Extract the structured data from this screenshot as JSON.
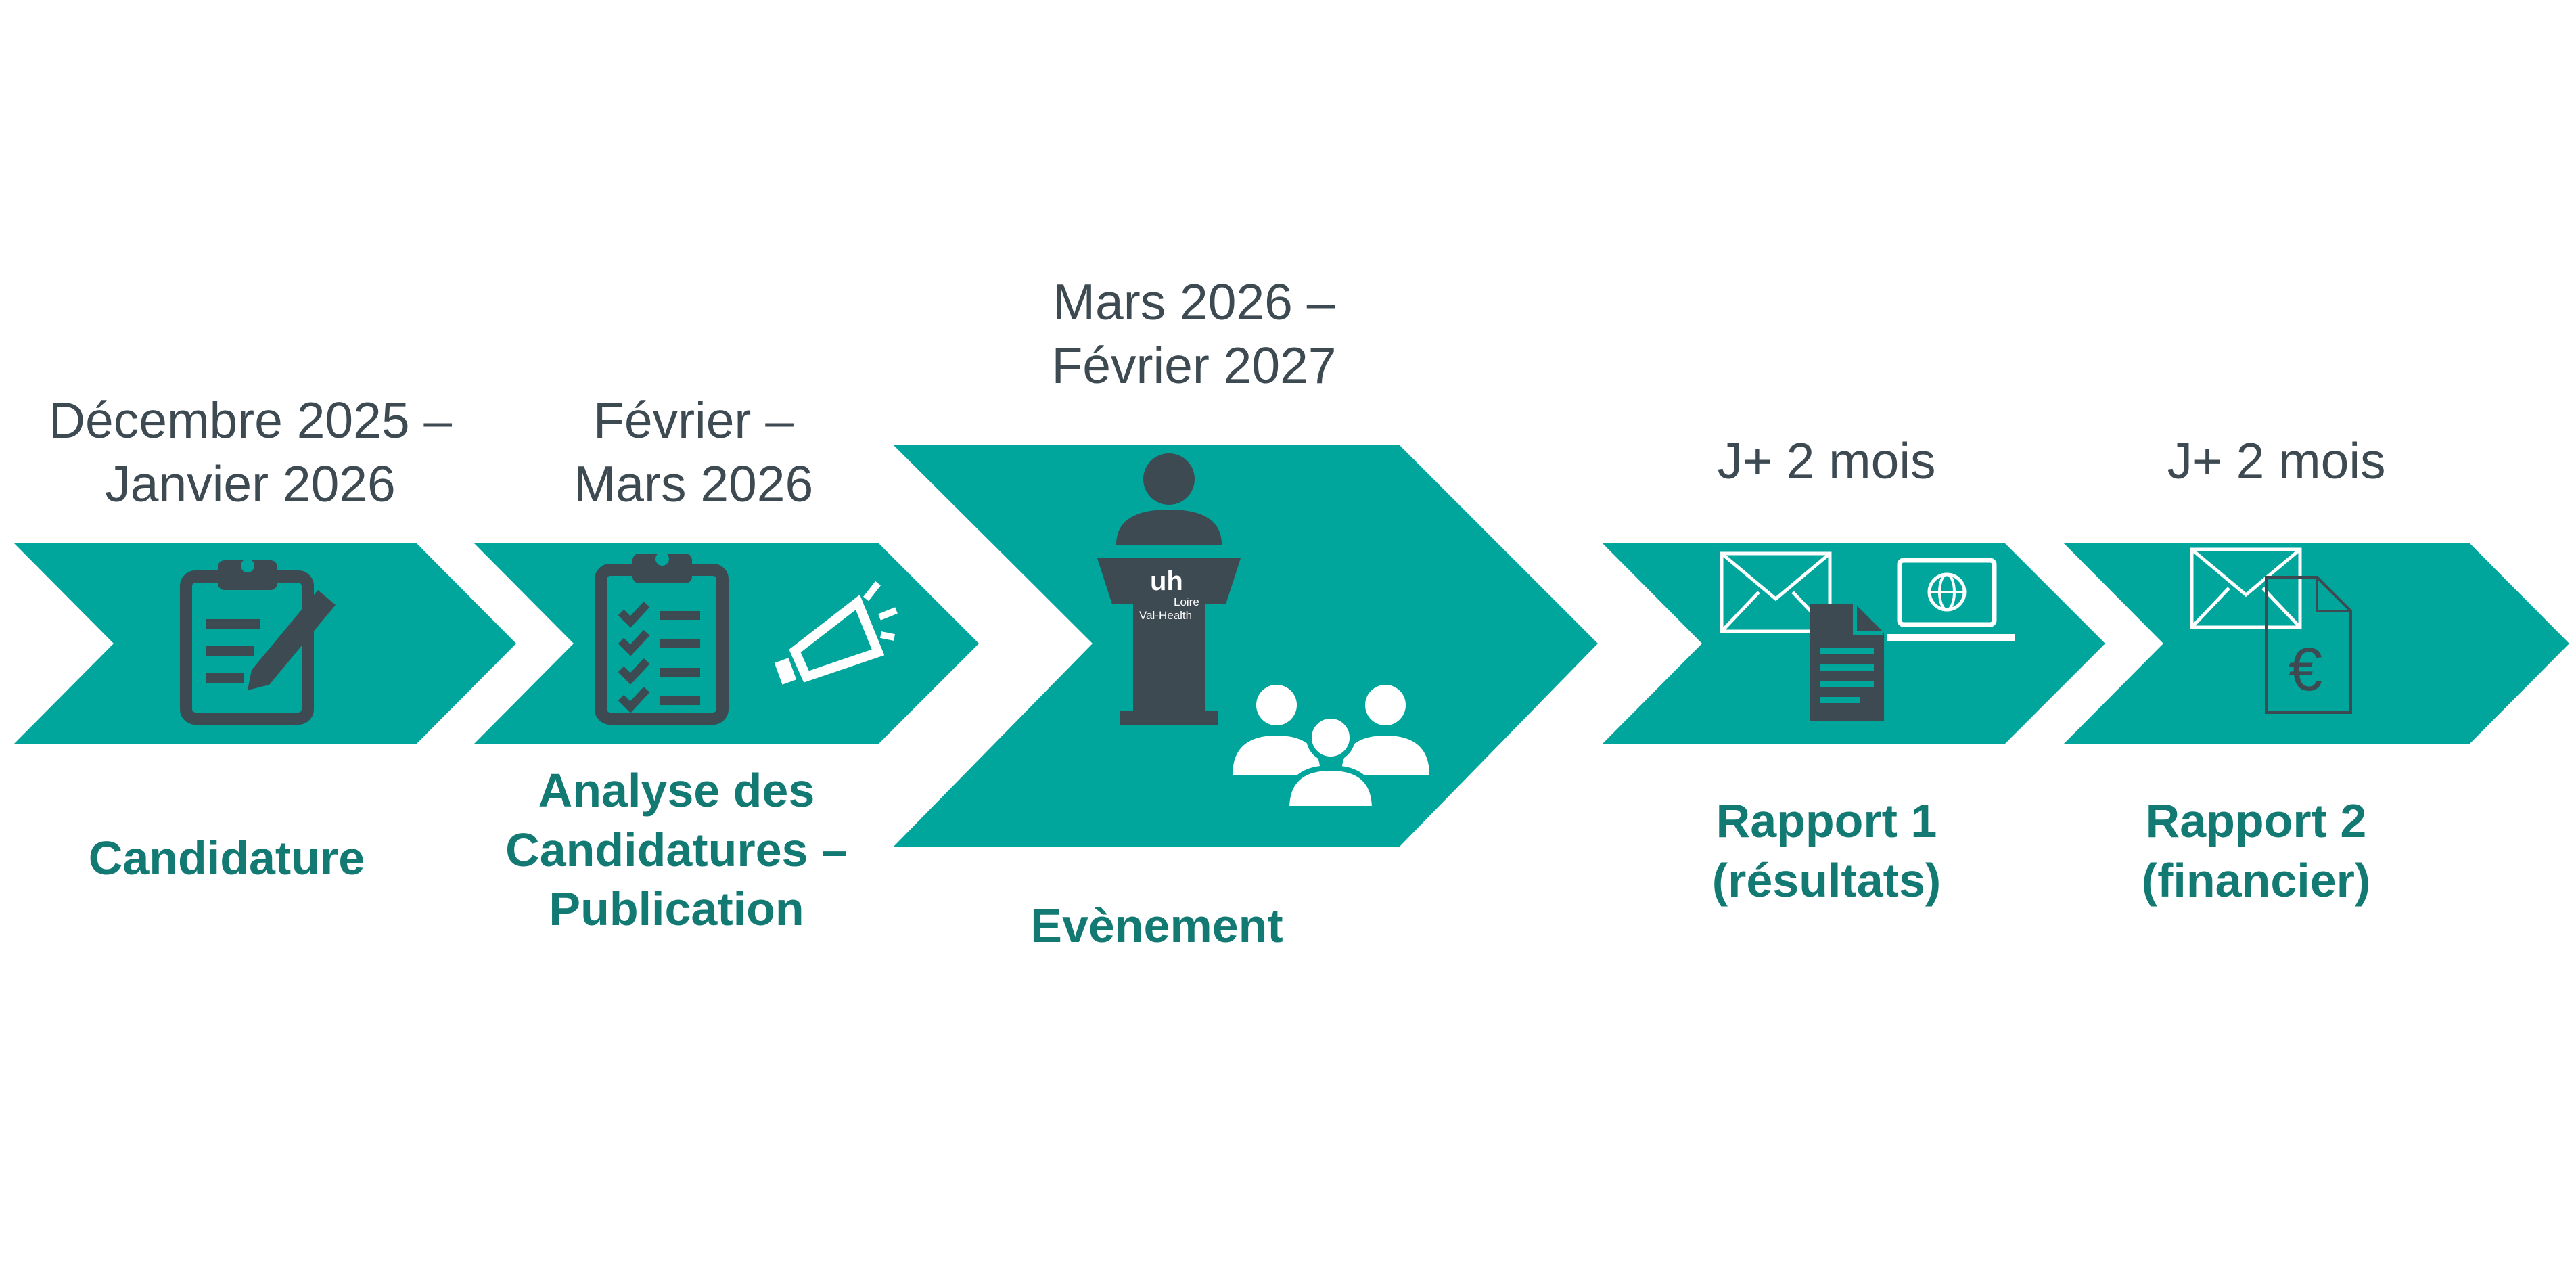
{
  "colors": {
    "chevron": "#00a59c",
    "icon_dark": "#3d4a52",
    "icon_light": "#ffffff",
    "date_text": "#3d4a52",
    "label_text": "#137a73"
  },
  "steps": [
    {
      "date": [
        "Décembre 2025 –",
        "Janvier 2026"
      ],
      "label": [
        "Candidature"
      ],
      "icons": [
        "clipboard-pencil-icon"
      ]
    },
    {
      "date": [
        "Février –",
        "Mars 2026"
      ],
      "label": [
        "Analyse des",
        "Candidatures –",
        "Publication"
      ],
      "icons": [
        "checklist-clipboard-icon",
        "megaphone-icon"
      ]
    },
    {
      "date": [
        "Mars 2026 –",
        "Février 2027"
      ],
      "label": [
        "Evènement"
      ],
      "icons": [
        "speaker-podium-icon",
        "audience-group-icon"
      ],
      "logo_text": [
        "Loire",
        "Val-Health"
      ]
    },
    {
      "date": [
        "J+ 2 mois"
      ],
      "label": [
        "Rapport 1",
        "(résultats)"
      ],
      "icons": [
        "envelope-icon",
        "document-icon",
        "laptop-globe-icon"
      ]
    },
    {
      "date": [
        "J+ 2 mois"
      ],
      "label": [
        "Rapport 2",
        "(financier)"
      ],
      "icons": [
        "envelope-icon",
        "euro-document-icon"
      ]
    }
  ]
}
